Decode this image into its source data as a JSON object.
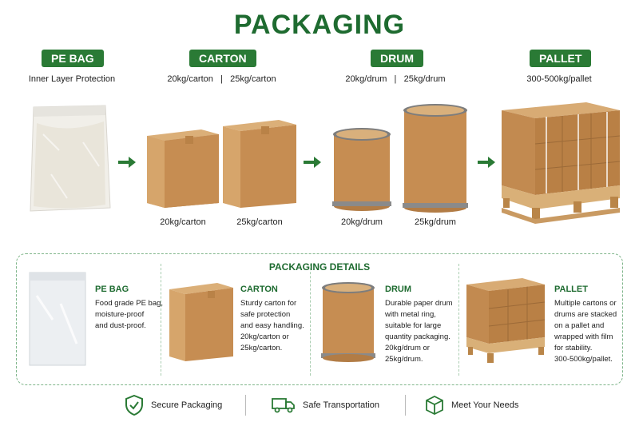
{
  "title": "PACKAGING",
  "stages": [
    {
      "label": "PE BAG",
      "subtitle": "Inner Layer Protection"
    },
    {
      "label": "CARTON",
      "subtitle": "20kg/carton   |   25kg/carton",
      "captions": [
        "20kg/carton",
        "25kg/carton"
      ]
    },
    {
      "label": "DRUM",
      "subtitle": "20kg/drum   |   25kg/drum",
      "captions": [
        "20kg/drum",
        "25kg/drum"
      ]
    },
    {
      "label": "PALLET",
      "subtitle": "300-500kg/pallet"
    }
  ],
  "details": {
    "title": "PACKAGING DETAILS",
    "items": [
      {
        "heading": "PE BAG",
        "lines": [
          "Food grade PE bag,",
          "moisture-proof",
          "and dust-proof."
        ]
      },
      {
        "heading": "CARTON",
        "lines": [
          "Sturdy carton for",
          "safe protection",
          "and easy handling.",
          "20kg/carton or",
          "25kg/carton."
        ]
      },
      {
        "heading": "DRUM",
        "lines": [
          "Durable paper drum",
          "with metal ring,",
          "suitable for large",
          "quantity packaging.",
          "20kg/drum or",
          "25kg/drum."
        ]
      },
      {
        "heading": "PALLET",
        "lines": [
          "Multiple cartons or",
          "drums are stacked",
          "on a pallet and",
          "wrapped with film",
          "for stability.",
          "300-500kg/pallet."
        ]
      }
    ]
  },
  "footer": [
    {
      "label": "Secure Packaging",
      "icon": "shield-check-icon"
    },
    {
      "label": "Safe Transportation",
      "icon": "truck-icon"
    },
    {
      "label": "Meet Your Needs",
      "icon": "box-icon"
    }
  ],
  "colors": {
    "brand_green": "#2a7a35",
    "cardboard": "#c8945a"
  }
}
